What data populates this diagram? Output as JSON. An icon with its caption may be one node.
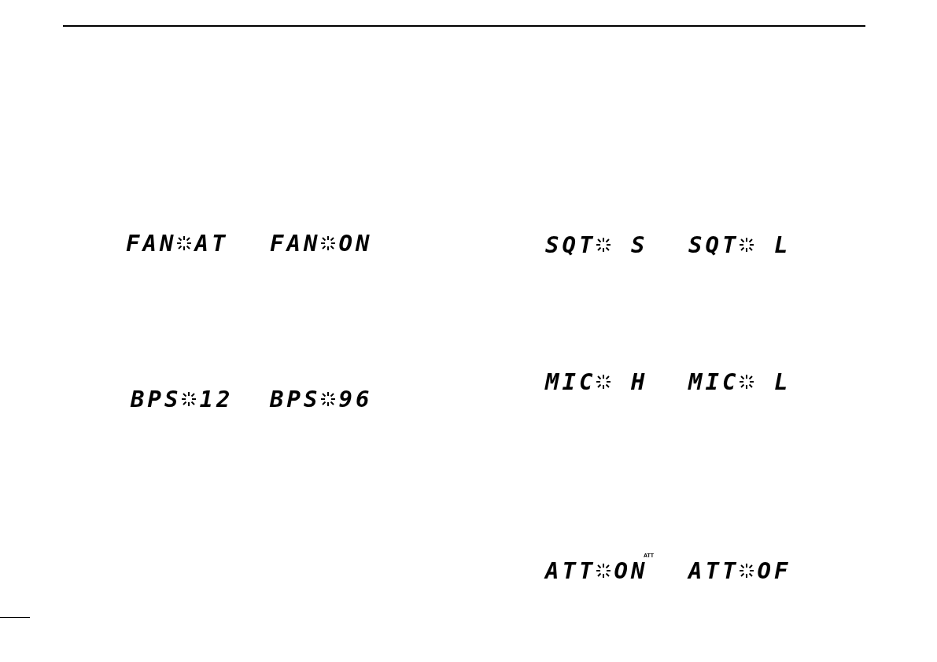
{
  "diagram": {
    "labels": [
      "FAN",
      "AT",
      "FAN",
      "ON",
      "BPS",
      "12",
      "BPS",
      "96",
      "SQT",
      "S",
      "SQT",
      "L",
      "MIC",
      "H",
      "MIC",
      "L",
      "ATT",
      "ATT",
      "ON",
      "ATT",
      "OF"
    ]
  }
}
